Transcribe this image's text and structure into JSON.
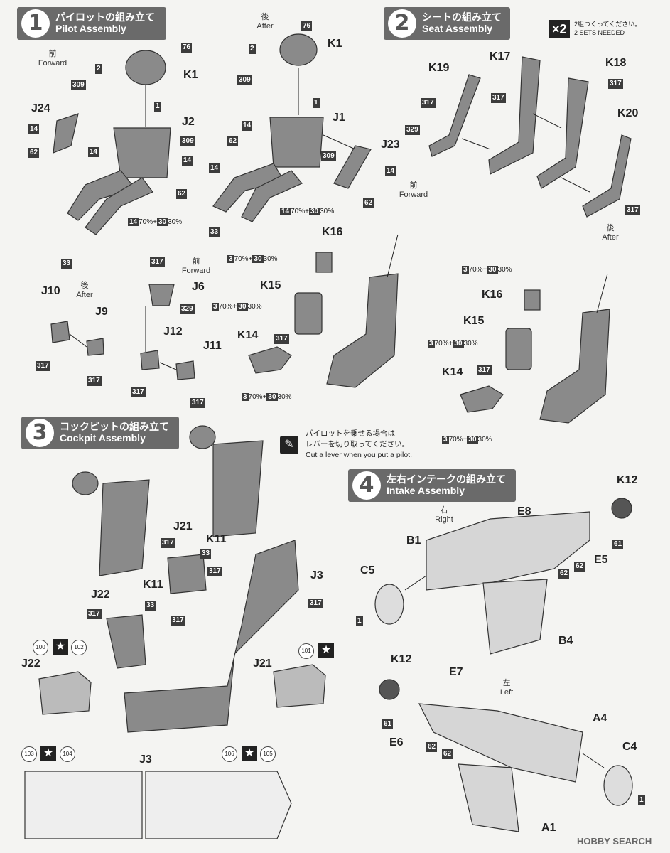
{
  "steps": [
    {
      "num": "1",
      "jp": "パイロットの組み立て",
      "en": "Pilot Assembly"
    },
    {
      "num": "2",
      "jp": "シートの組み立て",
      "en": "Seat Assembly"
    },
    {
      "num": "3",
      "jp": "コックピットの組み立て",
      "en": "Cockpit Assembly"
    },
    {
      "num": "4",
      "jp": "左右インテークの組み立て",
      "en": "Intake Assembly"
    }
  ],
  "directions": {
    "forward": {
      "jp": "前",
      "en": "Forward"
    },
    "after": {
      "jp": "後",
      "en": "After"
    },
    "right": {
      "jp": "右",
      "en": "Right"
    },
    "left": {
      "jp": "左",
      "en": "Left"
    }
  },
  "sets_needed": {
    "badge": "×2",
    "jp": "2組つくってください。",
    "en": "2 SETS NEEDED"
  },
  "pilot_note": {
    "jp1": "パイロットを乗せる場合は",
    "jp2": "レバーを切り取ってください。",
    "en": "Cut a lever when you put a pilot."
  },
  "mix": {
    "p70": "70%",
    "plus": "+",
    "p30": "30%"
  },
  "part_labels": {
    "K1": "K1",
    "J2": "J2",
    "J24": "J24",
    "J1": "J1",
    "J23": "J23",
    "K19": "K19",
    "K17": "K17",
    "K18": "K18",
    "K20": "K20",
    "K16": "K16",
    "K15": "K15",
    "K14": "K14",
    "J6": "J6",
    "J10": "J10",
    "J9": "J9",
    "J12": "J12",
    "J11": "J11",
    "J21": "J21",
    "K11": "K11",
    "J3": "J3",
    "J22": "J22",
    "K12": "K12",
    "E8": "E8",
    "B1": "B1",
    "C5": "C5",
    "E5": "E5",
    "B4": "B4",
    "E7": "E7",
    "A4": "A4",
    "E6": "E6",
    "C4": "C4",
    "A1": "A1"
  },
  "color_codes": {
    "c76": "76",
    "c2": "2",
    "c309": "309",
    "c1": "1",
    "c14": "14",
    "c62": "62",
    "c33": "33",
    "c317": "317",
    "c329": "329",
    "c3": "3",
    "c30": "30",
    "c61": "61"
  },
  "decals": {
    "d100": "100",
    "d102": "102",
    "d101": "101",
    "d103": "103",
    "d104": "104",
    "d106": "106",
    "d105": "105"
  },
  "star_glyph": "★",
  "watermark": "HOBBY SEARCH"
}
